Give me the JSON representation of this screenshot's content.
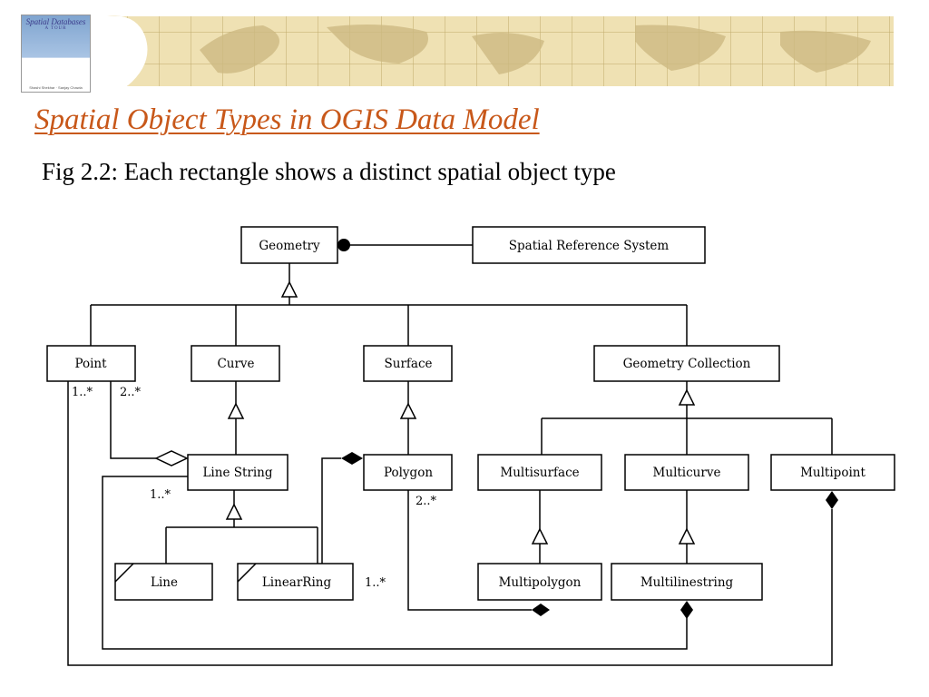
{
  "header": {
    "book": {
      "title": "Spatial Databases",
      "subtitle": "A TOUR",
      "authors": "Shashi Shekhar · Sanjay Chawla"
    }
  },
  "title": "Spatial Object Types in OGIS Data Model",
  "caption": "Fig 2.2: Each rectangle shows a distinct spatial object type",
  "diagram": {
    "boxes": {
      "geometry": "Geometry",
      "srs": "Spatial Reference System",
      "point": "Point",
      "curve": "Curve",
      "surface": "Surface",
      "geometry_collection": "Geometry Collection",
      "line_string": "Line String",
      "polygon": "Polygon",
      "multisurface": "Multisurface",
      "multicurve": "Multicurve",
      "multipoint": "Multipoint",
      "line": "Line",
      "linear_ring": "LinearRing",
      "multipolygon": "Multipolygon",
      "multilinestring": "Multilinestring"
    },
    "multiplicities": {
      "point_to_multipoint": "1..*",
      "point_to_linestring": "2..*",
      "linestring_to_multilinestring": "1..*",
      "polygon_to_multipolygon": "2..*",
      "linearring_to_polygon": "1..*"
    }
  },
  "colors": {
    "title": "#c8581a",
    "banner": "#e9d9a8",
    "land": "#c9b77f"
  }
}
